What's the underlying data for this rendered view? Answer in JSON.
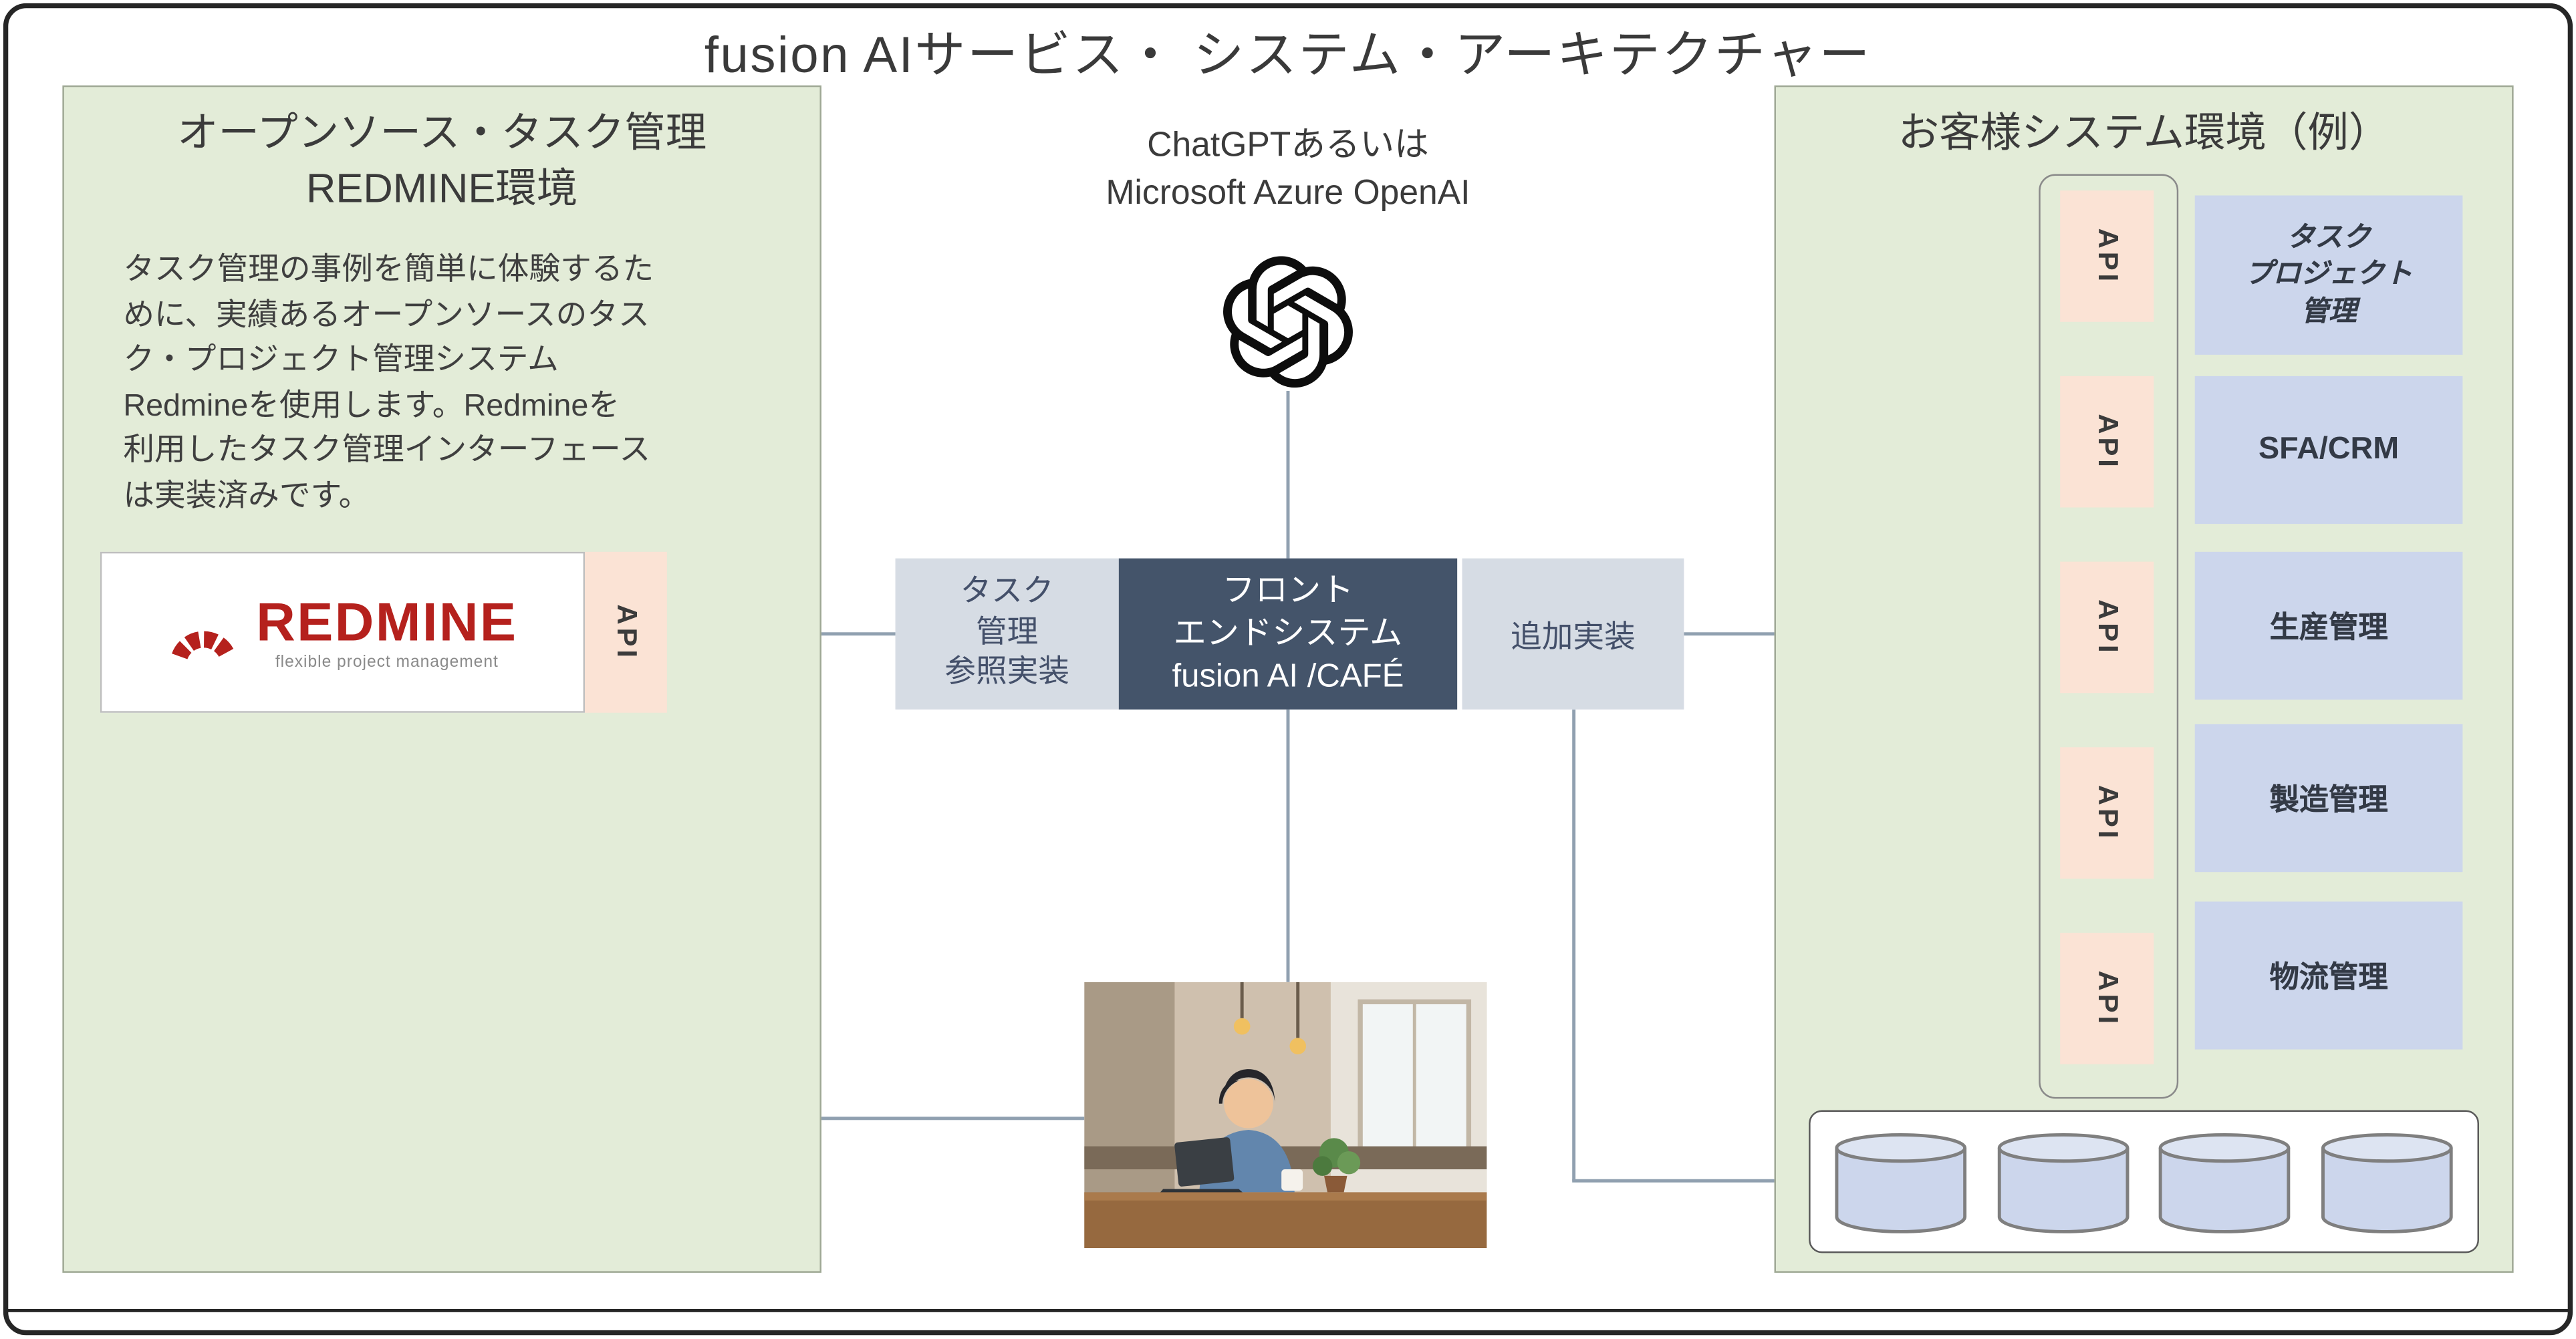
{
  "title": "fusion AIサービス・ システム・アーキテクチャー",
  "left_panel": {
    "title_lines": [
      "オープンソース・タスク管理",
      "REDMINE環境"
    ],
    "description_lines": [
      "タスク管理の事例を簡単に体験するた",
      "めに、実績あるオープンソースのタス",
      "ク・プロジェクト管理システム",
      "Redmineを使用します。Redmineを",
      "利用したタスク管理インターフェース",
      "は実装済みです。"
    ],
    "redmine_logo_text": "REDMINE",
    "redmine_tagline": "flexible project management",
    "api_label": "API"
  },
  "center": {
    "openai_label_lines": [
      "ChatGPTあるいは",
      "Microsoft Azure OpenAI"
    ],
    "task_ref_box_lines": [
      "タスク",
      "管理",
      "参照実装"
    ],
    "frontend_box_lines": [
      "フロント",
      "エンドシステム",
      "fusion AI /CAFÉ"
    ],
    "addon_box_label": "追加実装"
  },
  "right_panel": {
    "title": "お客様システム環境（例）",
    "api_labels": [
      "API",
      "API",
      "API",
      "API",
      "API"
    ],
    "systems": [
      {
        "label_lines": [
          "タスク",
          "プロジェクト",
          "管理"
        ]
      },
      {
        "label_lines": [
          "SFA/CRM"
        ]
      },
      {
        "label_lines": [
          "生産管理"
        ]
      },
      {
        "label_lines": [
          "製造管理"
        ]
      },
      {
        "label_lines": [
          "物流管理"
        ]
      }
    ],
    "database": {
      "cylinder_count": 4
    }
  },
  "colors": {
    "panel_green": "#e3ecd8",
    "api_peach": "#fbe3d5",
    "box_bluegray": "#d6dce4",
    "box_dark_blue": "#44546a",
    "system_periwinkle": "#ccd6ec",
    "redmine_red": "#b5211d",
    "connector_gray": "#90a0b0",
    "openai_black": "#0d0d0d"
  }
}
